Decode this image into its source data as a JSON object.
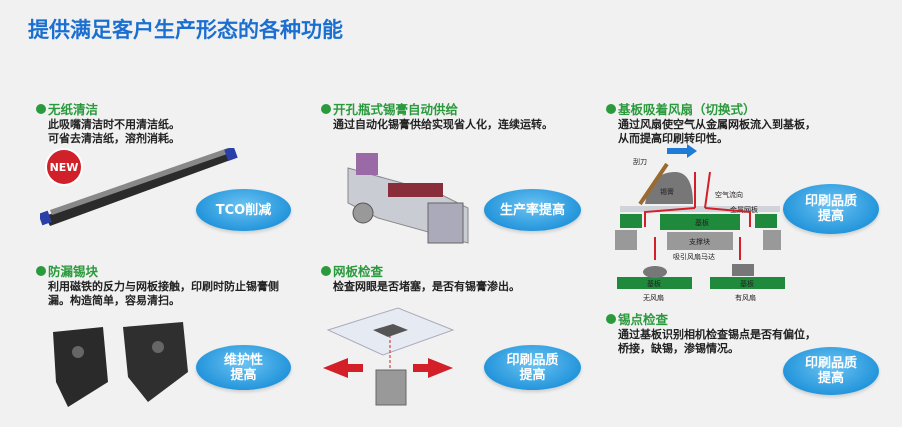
{
  "title": "提供满足客户生产形态的各种功能",
  "features": [
    {
      "title": "无纸清洁",
      "lines": [
        "此吸嘴清洁时不用清洁纸。",
        "可省去清洁纸，溶剂消耗。"
      ],
      "badge": "NEW",
      "benefit": [
        "TCO削减"
      ]
    },
    {
      "title": "开孔瓶式锡膏自动供给",
      "lines": [
        "通过自动化锡膏供给实现省人化，连续运转。"
      ],
      "benefit": [
        "生产率提高"
      ]
    },
    {
      "title": "基板吸着风扇（切换式）",
      "lines": [
        "通过风扇使空气从金属网板流入到基板，",
        "从而提高印刷转印性。"
      ],
      "benefit": [
        "印刷品质",
        "提高"
      ]
    },
    {
      "title": "防漏锡块",
      "lines": [
        "利用磁铁的反力与网板接触，印刷时防止锡膏侧",
        "漏。构造简单，容易清扫。"
      ],
      "benefit": [
        "维护性",
        "提高"
      ]
    },
    {
      "title": "网板检查",
      "lines": [
        "检查网眼是否堵塞，是否有锡膏渗出。"
      ],
      "benefit": [
        "印刷品质",
        "提高"
      ]
    },
    {
      "title": "锡点检查",
      "lines": [
        "通过基板识别相机检查锡点是否有偏位，",
        "桥接，缺锡，渗锡情况。"
      ],
      "benefit": [
        "印刷品质",
        "提高"
      ]
    }
  ],
  "diagram": {
    "squeegee": "刮刀",
    "paste": "锡膏",
    "airflow": "空气流向",
    "stencil": "金属网板",
    "board": "基板",
    "support": "支撑块",
    "fan_motor": "吸引风扇马达",
    "no_fan": "无风扇",
    "with_fan": "有风扇"
  },
  "colors": {
    "title": "#1b6fd1",
    "heading": "#2a9a3c",
    "oval": "#2596dc",
    "badge": "#d0202a"
  }
}
